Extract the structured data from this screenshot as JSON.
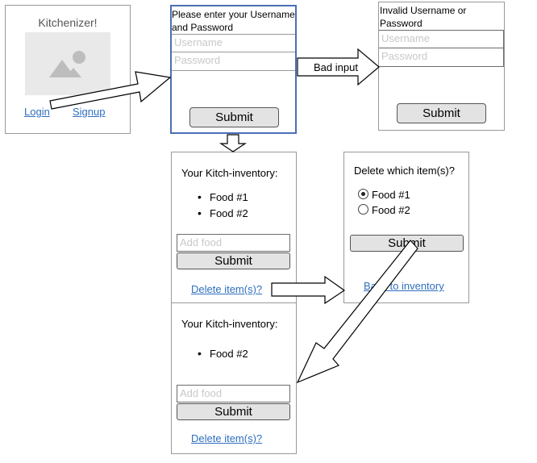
{
  "home": {
    "title": "Kitchenizer!",
    "login": "Login",
    "signup": "Signup",
    "image_icon": "image-placeholder-icon"
  },
  "login_form": {
    "prompt": "Please enter your Username and Password",
    "username_placeholder": "Username",
    "password_placeholder": "Password",
    "submit": "Submit"
  },
  "bad_input": {
    "arrow_label": "Bad input"
  },
  "error_form": {
    "message": "Invalid Username or Password",
    "username_placeholder": "Username",
    "password_placeholder": "Password",
    "submit": "Submit"
  },
  "inventory": {
    "heading": "Your Kitch-inventory:",
    "items": [
      "Food #1",
      "Food #2"
    ],
    "add_placeholder": "Add food",
    "submit": "Submit",
    "delete_link": "Delete item(s)?"
  },
  "delete_form": {
    "question": "Delete which item(s)?",
    "options": [
      "Food #1",
      "Food #2"
    ],
    "selected_index": 0,
    "submit": "Submit",
    "back_link": "Back to inventory"
  },
  "inventory_after": {
    "heading": "Your Kitch-inventory:",
    "items": [
      "Food #2"
    ],
    "add_placeholder": "Add food",
    "submit": "Submit",
    "delete_link": "Delete item(s)?"
  },
  "colors": {
    "link": "#2f6fbf",
    "active_border": "#4a6fb5",
    "button_fill": "#e3e3e3"
  }
}
